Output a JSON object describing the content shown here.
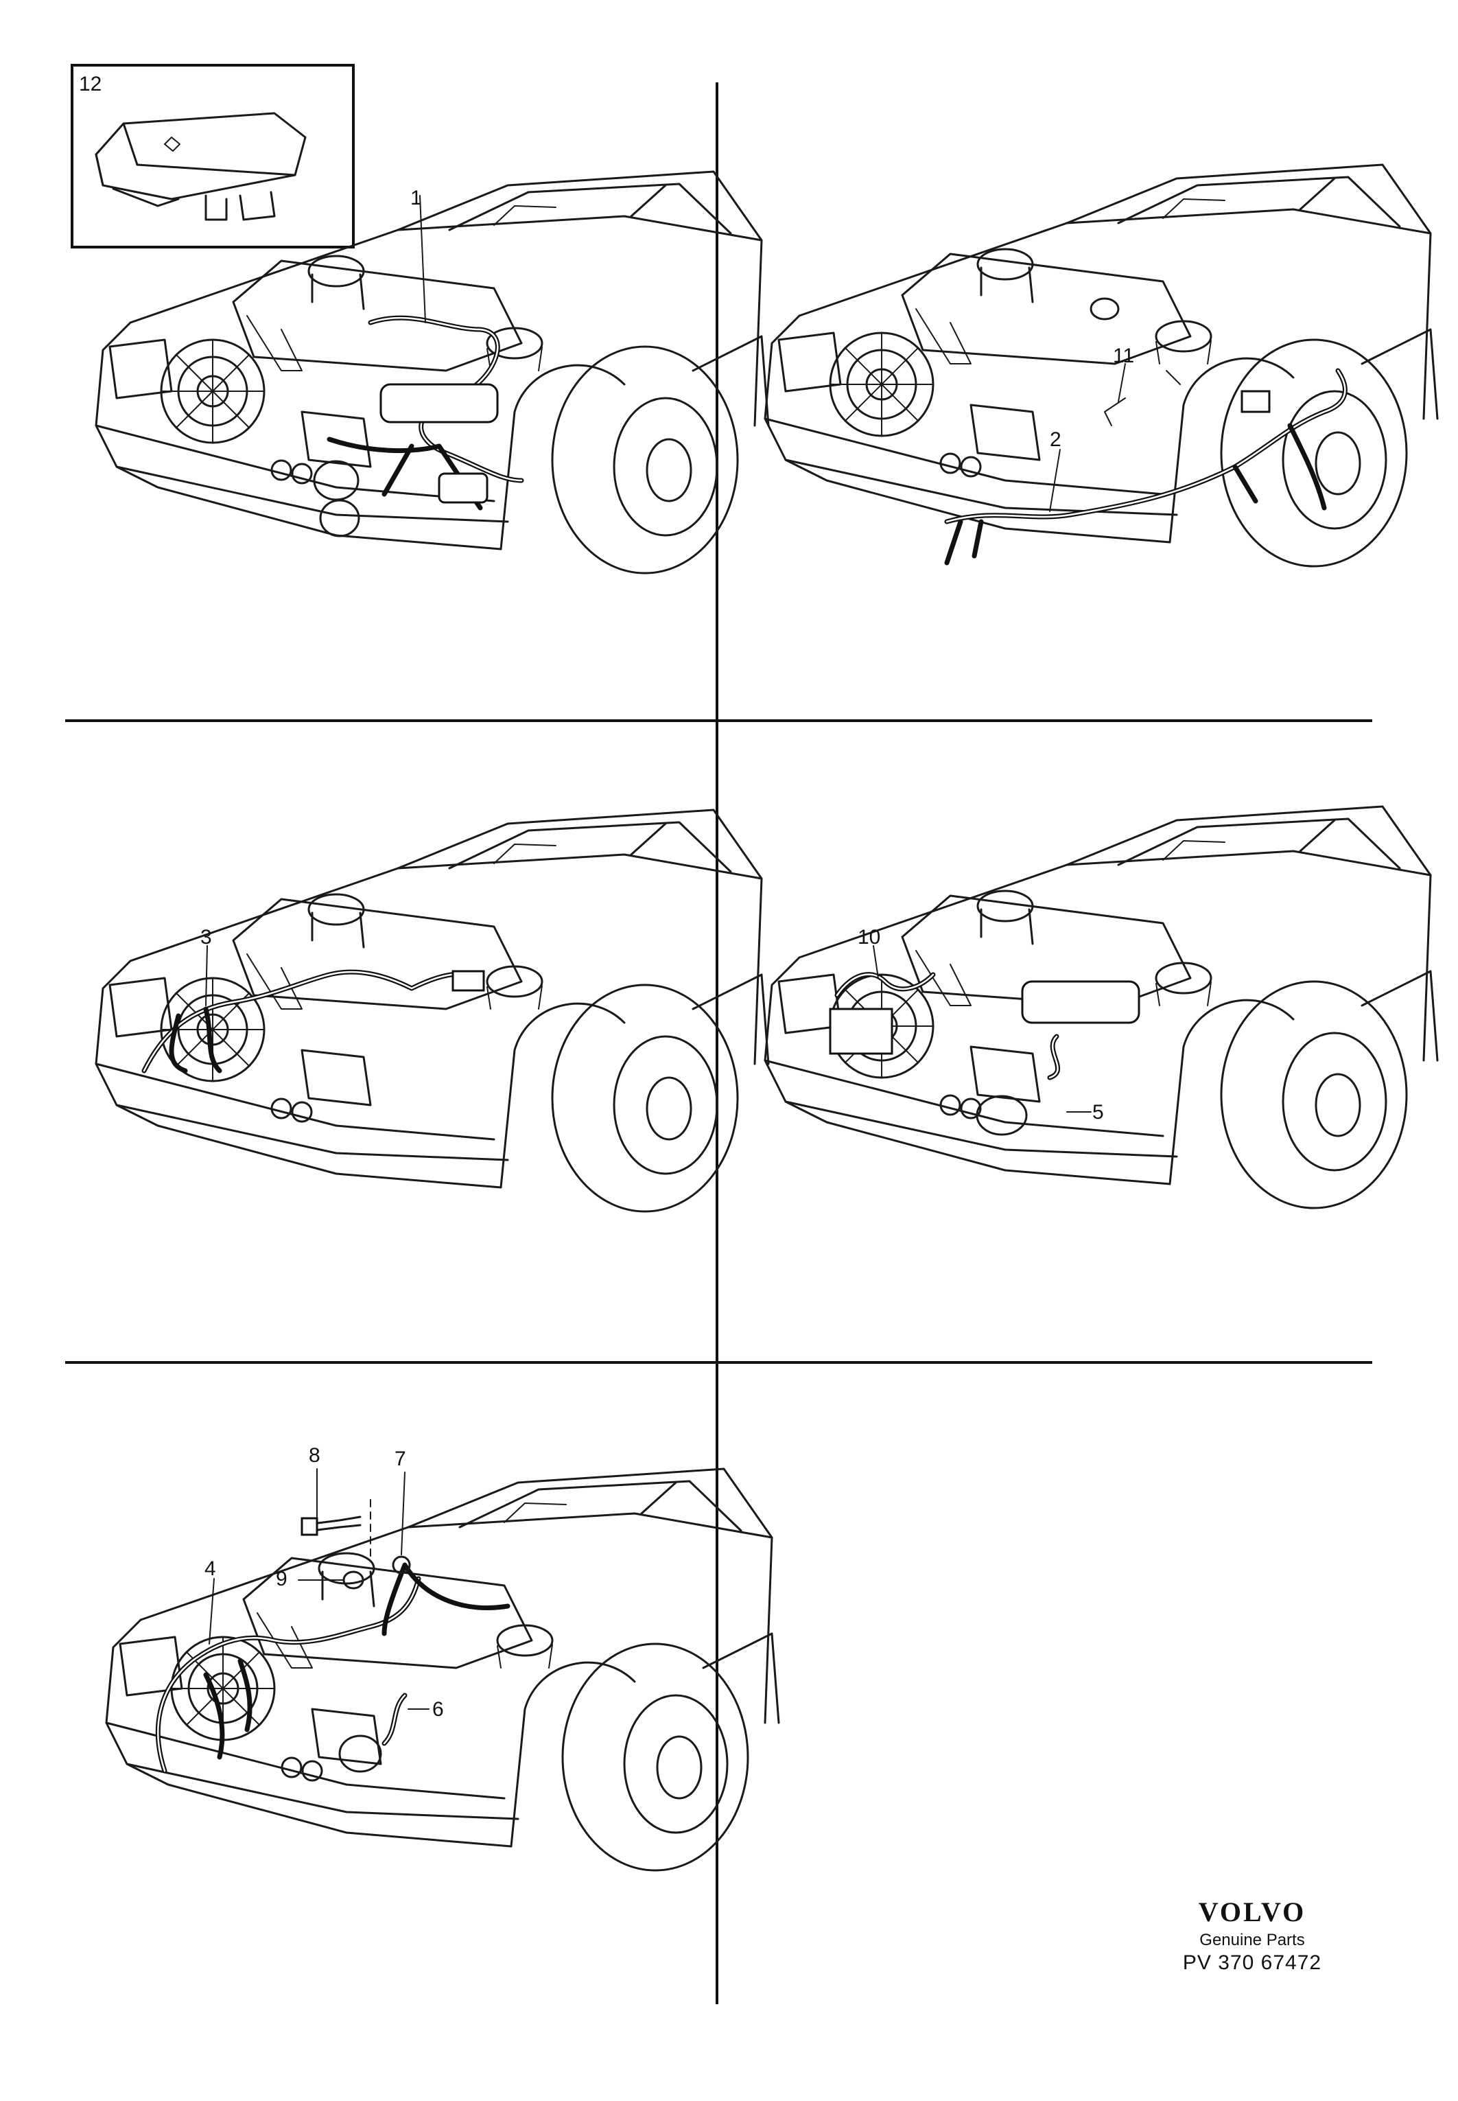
{
  "callouts": {
    "p1": "1",
    "p2": "2",
    "p3": "3",
    "p4": "4",
    "p5": "5",
    "p6": "6",
    "p7": "7",
    "p8": "8",
    "p9": "9",
    "p10": "10",
    "p11": "11",
    "p12": "12"
  },
  "brand": {
    "name": "VOLVO",
    "tagline": "Genuine Parts",
    "code": "PV 370 67472"
  }
}
